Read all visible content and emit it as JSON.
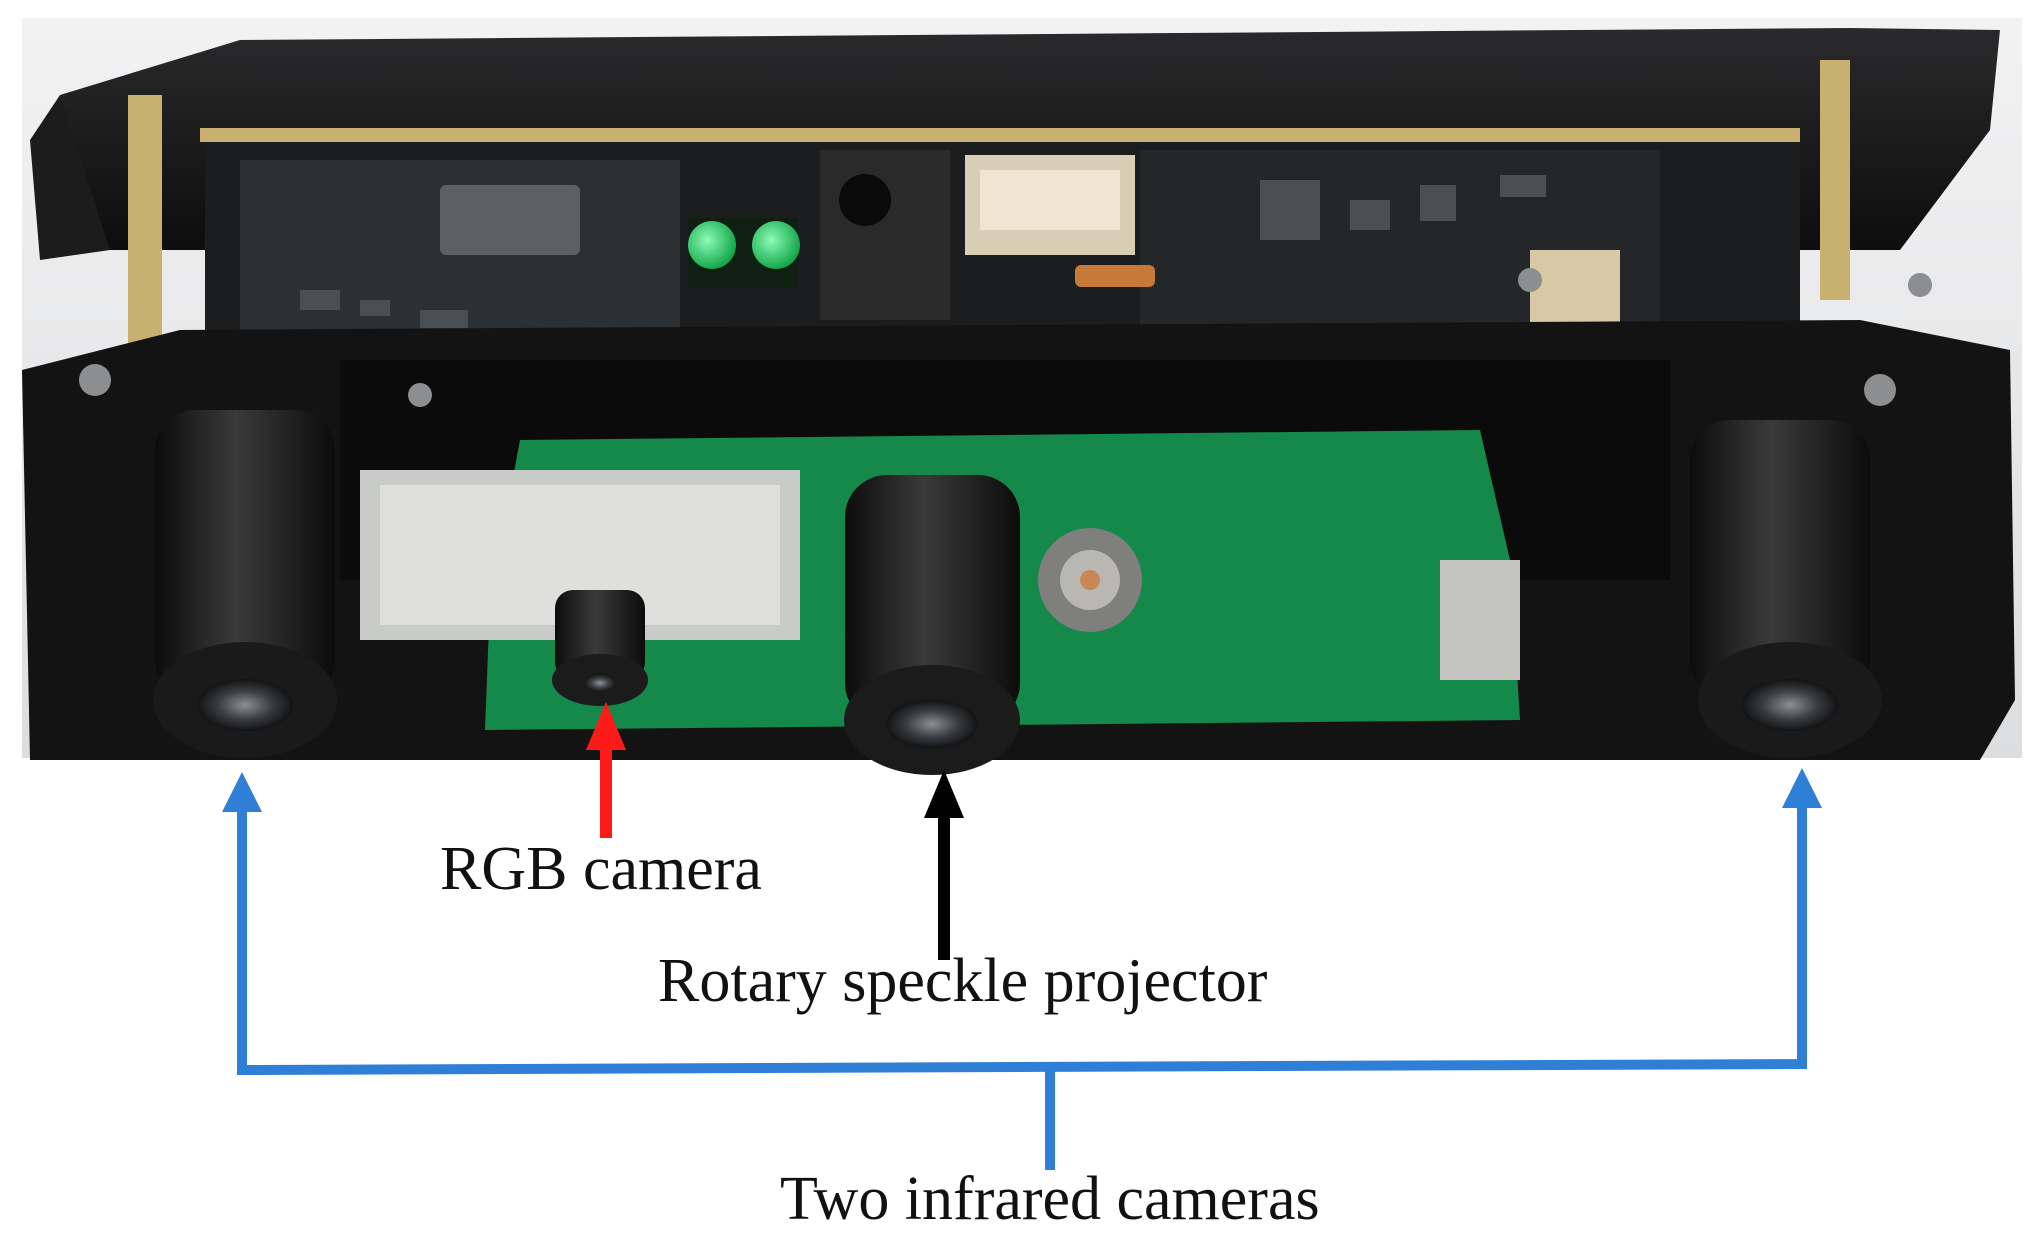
{
  "labels": {
    "rgb_camera": "RGB camera",
    "speckle_projector": "Rotary speckle projector",
    "infrared_cameras": "Two infrared cameras"
  },
  "colors": {
    "background": "#ffffff",
    "rgb_arrow": "#ff1a1a",
    "projector_arrow": "#000000",
    "infrared_arrow": "#2f7fd6",
    "photo_backdrop": "#e6e7e8",
    "enclosure": "#121212",
    "pcb_green": "#14894a",
    "led_green": "#1fd063",
    "trim_gold": "#c8b070"
  },
  "components": [
    {
      "name": "left-infrared-camera",
      "icon": "camera-lens"
    },
    {
      "name": "rgb-camera",
      "icon": "camera-lens"
    },
    {
      "name": "rotary-speckle-projector",
      "icon": "camera-lens"
    },
    {
      "name": "right-infrared-camera",
      "icon": "camera-lens"
    }
  ]
}
